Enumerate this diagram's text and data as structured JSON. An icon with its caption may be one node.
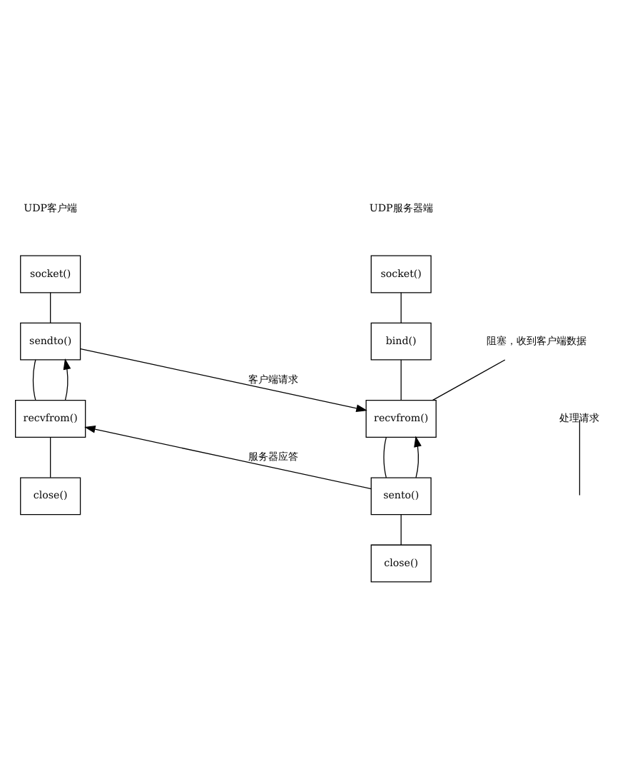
{
  "diagram": {
    "nodes": [
      {
        "text": [
          "socket()"
        ]
      },
      {
        "text": [
          "sendto()"
        ]
      },
      {
        "text": [
          "recvfrom()"
        ]
      },
      {
        "text": [
          "close()"
        ]
      },
      {
        "text": [
          "socket()"
        ]
      },
      {
        "text": [
          "bind()"
        ]
      },
      {
        "text": [
          "阻塞，收到客户端数据"
        ]
      },
      {
        "text": [
          "recvfrom()"
        ]
      },
      {
        "text": [
          "处理请求"
        ]
      },
      {
        "text": [
          "sento()"
        ]
      },
      {
        "text": [
          "close()"
        ]
      }
    ],
    "edges": [
      {
        "from": 0,
        "to": 1,
        "arrow": "none"
      },
      {
        "from": 1,
        "to": 2,
        "arrow": "none"
      },
      {
        "from": 2,
        "to": 3,
        "arrow": "none"
      },
      {
        "from": 2,
        "to": 1,
        "arrow": "to"
      },
      {
        "from": 1,
        "to": 7,
        "arrow": "to",
        "label": "客户端请求"
      },
      {
        "from": 4,
        "to": 5,
        "arrow": "none"
      },
      {
        "from": 5,
        "to": 7,
        "arrow": "none"
      },
      {
        "from": 6,
        "to": 7,
        "arrow": "none"
      },
      {
        "from": 7,
        "to": 9,
        "arrow": "none"
      },
      {
        "from": 9,
        "to": 10,
        "arrow": "none"
      },
      {
        "from": 9,
        "to": 7,
        "arrow": "to"
      },
      {
        "from": 9,
        "to": 2,
        "arrow": "to",
        "label": "服务器应答"
      },
      {
        "from": 8,
        "to": null,
        "arrow": "none"
      }
    ],
    "labels": [
      "UDP客户端",
      "UDP服务器端"
    ]
  }
}
